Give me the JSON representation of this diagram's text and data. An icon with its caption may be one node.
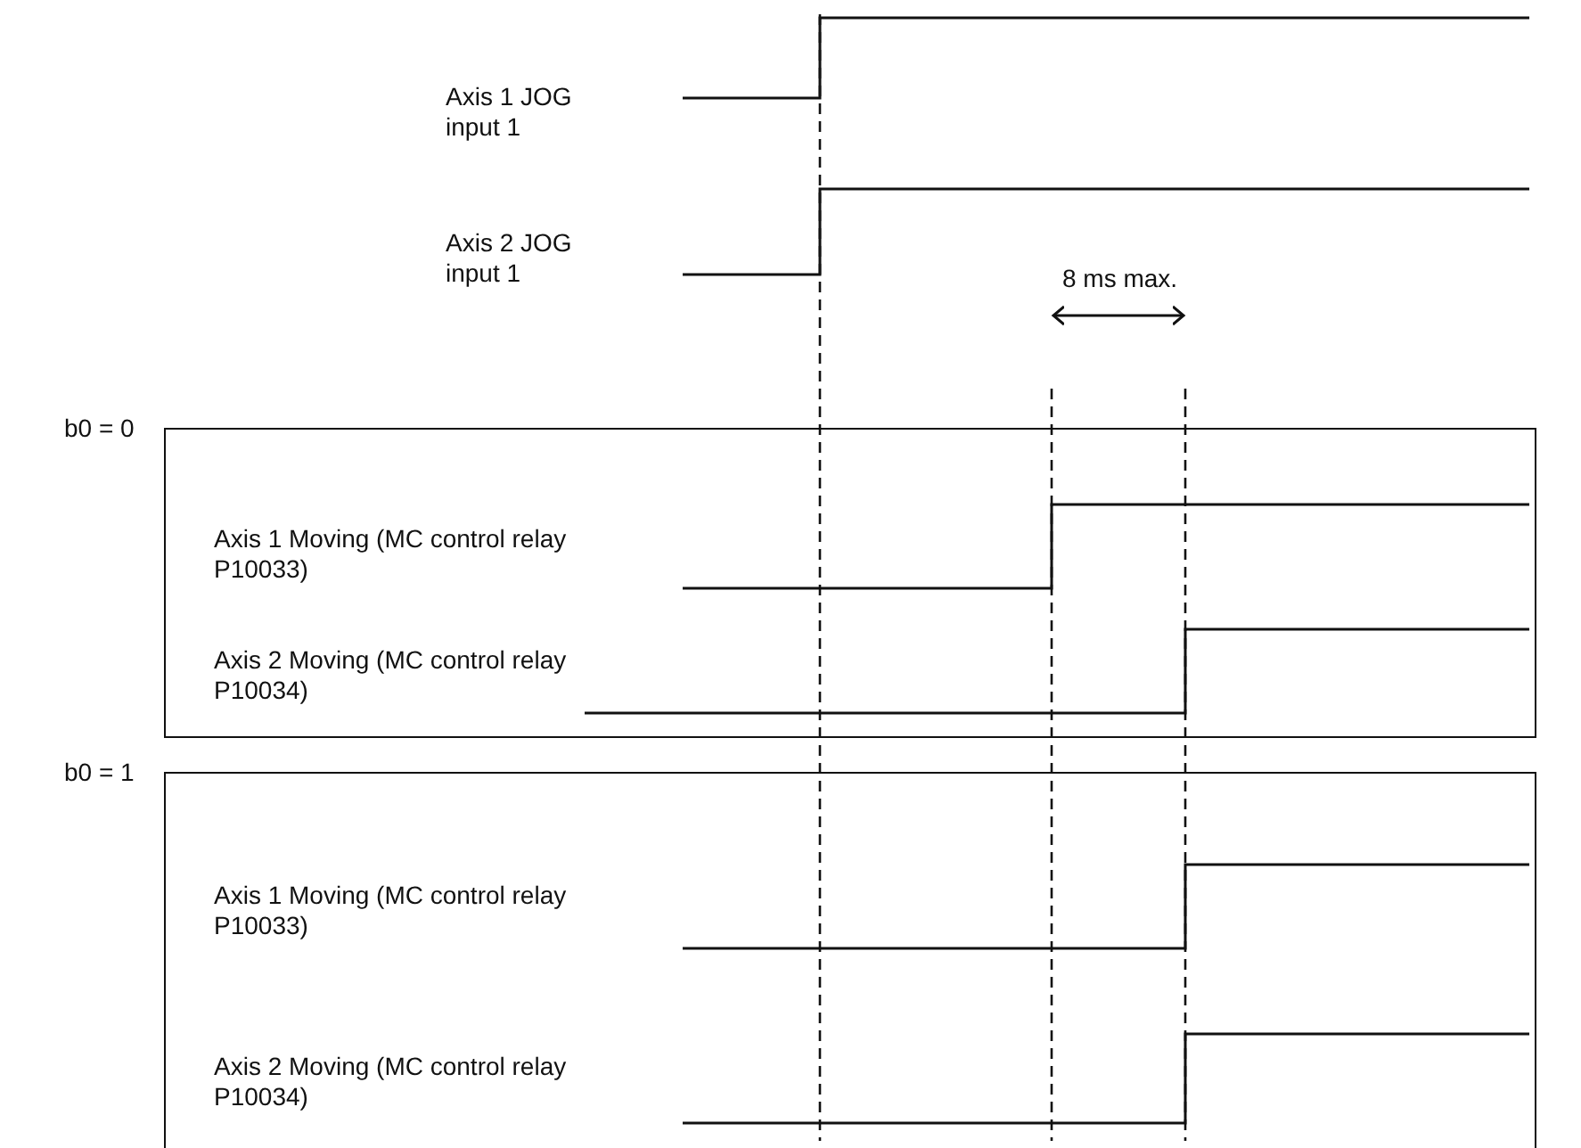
{
  "diagram": {
    "nodes": [
      {
        "text": [
          "b0 = 0"
        ]
      },
      {
        "text": [
          "b0 = 1"
        ]
      }
    ],
    "labels": [
      "Axis 1 JOG input 1",
      "Axis 2 JOG input 1",
      "8 ms max.",
      "Axis 1 Moving (MC control relay P10033)",
      "Axis 2 Moving (MC control relay P10034)",
      "Axis 1 Moving (MC control relay P10033)",
      "Axis 2 Moving (MC control relay P10034)"
    ]
  }
}
